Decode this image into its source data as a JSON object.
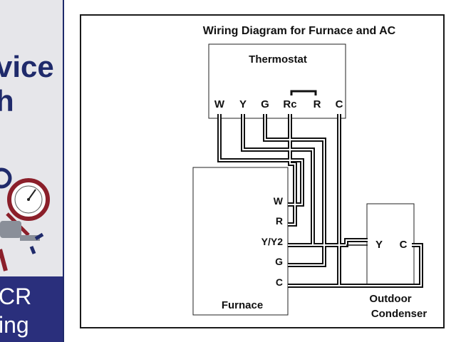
{
  "sidebar": {
    "title_lines": "vice\nh",
    "footer_lines": "CR\ning",
    "colors": {
      "background": "#e6e6ea",
      "title": "#1f2a6b",
      "footer": "#2a2f7c"
    },
    "icons": [
      "pressure-gauge-icon",
      "manifold-gauge-icon"
    ]
  },
  "diagram": {
    "title": "Wiring Diagram for Furnace and AC",
    "thermostat": {
      "label": "Thermostat",
      "terminals": [
        "W",
        "Y",
        "G",
        "Rc",
        "R",
        "C"
      ]
    },
    "furnace": {
      "label": "Furnace",
      "terminals": [
        "W",
        "R",
        "Y/Y2",
        "G",
        "C"
      ]
    },
    "condenser": {
      "label_line1": "Outdoor",
      "label_line2": "Condenser",
      "terminals": [
        "Y",
        "C"
      ]
    }
  }
}
